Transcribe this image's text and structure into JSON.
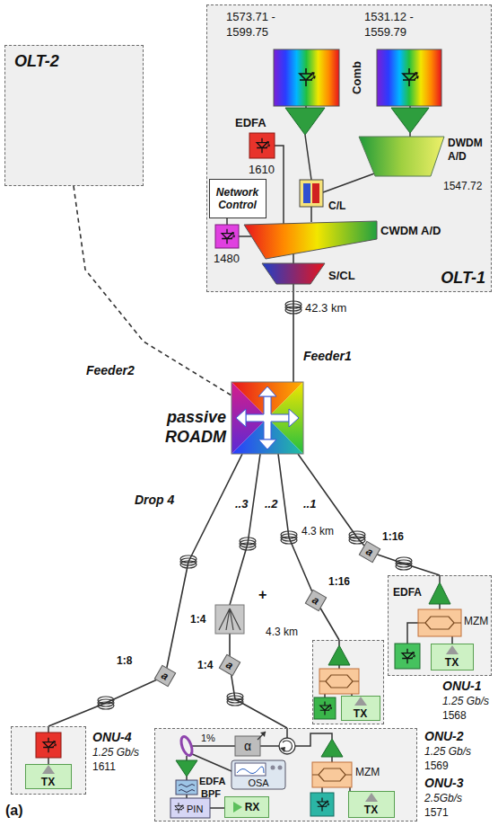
{
  "diagram": {
    "nodes": [
      {
        "text": [
          "OLT-1"
        ]
      },
      {
        "text": [
          "Network Control"
        ],
        "in": 0
      },
      {
        "text": [
          "OLT-2"
        ]
      },
      {
        "text": [
          "passive ROADM"
        ]
      },
      {
        "text": [
          "ONU-1",
          "1.25 Gb/s",
          "1568"
        ]
      },
      {
        "text": [
          "TX"
        ],
        "in": 4
      },
      {
        "text": [
          "ONU-2",
          "1.25 Gb/s",
          "1569"
        ]
      },
      {
        "text": [
          "TX"
        ],
        "in": 6
      },
      {
        "text": [
          "ONU-4",
          "1.25 Gb/s",
          "1611"
        ]
      },
      {
        "text": [
          "TX"
        ],
        "in": 8
      },
      {
        "text": [
          "ONU-3",
          "2.5Gb/s",
          "1571"
        ]
      },
      {
        "text": [
          "TX"
        ],
        "in": 10
      },
      {
        "text": [
          "RX"
        ],
        "in": 10
      }
    ],
    "edges": [
      {
        "from": 0,
        "to": 3,
        "label": "Feeder1",
        "arrow": "none"
      },
      {
        "from": 2,
        "to": 3,
        "label": "Feeder2",
        "arrow": "none"
      },
      {
        "from": 3,
        "to": 4,
        "label": "..1",
        "arrow": "none"
      },
      {
        "from": 3,
        "to": 6,
        "label": "..2",
        "arrow": "none"
      },
      {
        "from": 3,
        "to": 10,
        "label": "..3",
        "arrow": "none"
      },
      {
        "from": 3,
        "to": 8,
        "label": "Drop 4",
        "arrow": "none"
      }
    ],
    "labels": [
      "1573.71 - 1599.75",
      "1531.12 - 1559.79",
      "Comb",
      "EDFA",
      "DWDM A/D",
      "1610",
      "C/L",
      "1547.72",
      "CWDM A/D",
      "1480",
      "S/CL",
      "42.3 km",
      "1:16",
      "a",
      "4.3 km",
      "1:16",
      "a",
      "+",
      "1:4",
      "4.3 km",
      "1:4",
      "a",
      "1:8",
      "a",
      "EDFA",
      "MZM",
      "α",
      "1%",
      "OSA",
      "EDFA",
      "BPF",
      "PIN",
      "MZM",
      "(a)"
    ]
  }
}
